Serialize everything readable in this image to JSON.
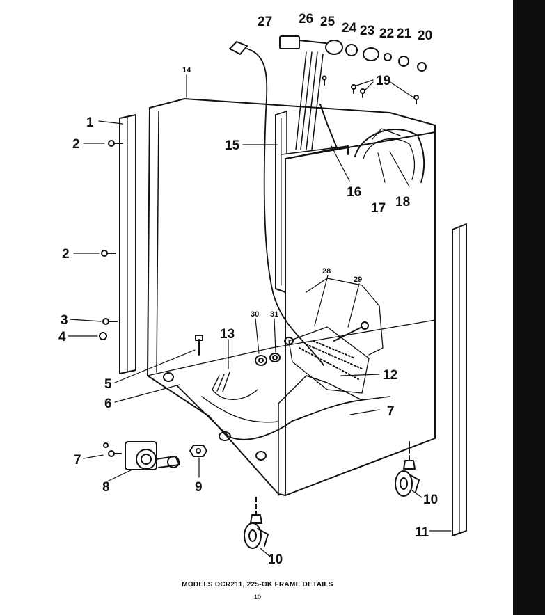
{
  "diagram": {
    "caption": "MODELS DCR211, 225-OK FRAME DETAILS",
    "page_number": "10",
    "callouts": {
      "c1": "1",
      "c2a": "2",
      "c2b": "2",
      "c3": "3",
      "c4": "4",
      "c5": "5",
      "c6": "6",
      "c7a": "7",
      "c7b": "7",
      "c8": "8",
      "c9": "9",
      "c10a": "10",
      "c10b": "10",
      "c11": "11",
      "c12": "12",
      "c13": "13",
      "c14": "14",
      "c15": "15",
      "c16": "16",
      "c17": "17",
      "c18": "18",
      "c19": "19",
      "c20": "20",
      "c21": "21",
      "c22": "22",
      "c23": "23",
      "c24": "24",
      "c25": "25",
      "c26": "26",
      "c27": "27",
      "c28": "28",
      "c29": "29",
      "c30": "30",
      "c31": "31"
    }
  }
}
